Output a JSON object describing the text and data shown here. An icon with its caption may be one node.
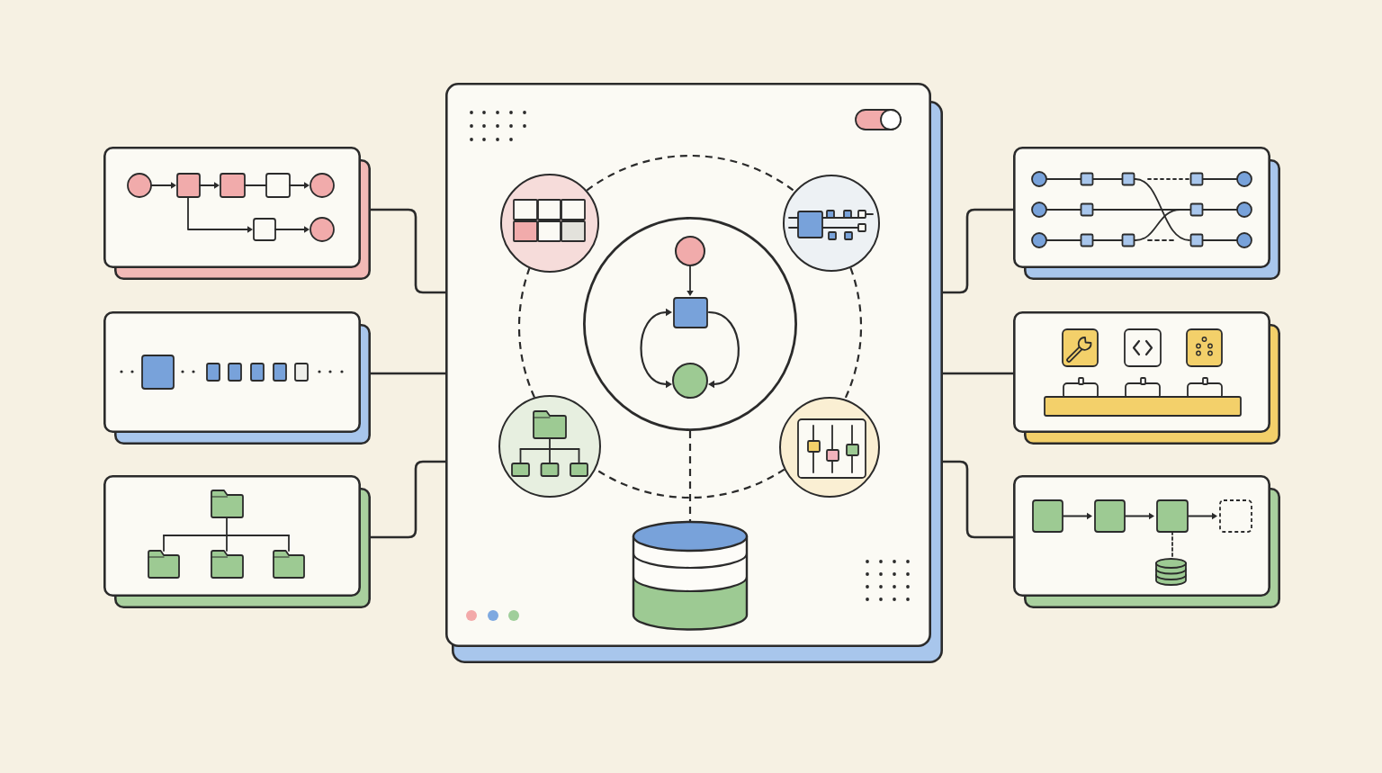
{
  "diagram": {
    "nodes": [
      {
        "text": [],
        "shape": "box"
      },
      {
        "text": [],
        "shape": "box"
      },
      {
        "text": [],
        "shape": "box"
      },
      {
        "text": [],
        "shape": "box"
      },
      {
        "text": [],
        "shape": "box"
      },
      {
        "text": [],
        "shape": "box"
      },
      {
        "text": [],
        "shape": "box"
      },
      {
        "text": [],
        "shape": "circle",
        "in": 0
      },
      {
        "text": [],
        "shape": "circle",
        "in": 0
      },
      {
        "text": [],
        "shape": "circle",
        "in": 0
      },
      {
        "text": [],
        "shape": "circle",
        "in": 0
      },
      {
        "text": [],
        "shape": "circle",
        "in": 0
      },
      {
        "text": [],
        "shape": "cylinder",
        "in": 0
      }
    ],
    "edges": [
      {
        "from": 1,
        "to": 0,
        "arrow": "none"
      },
      {
        "from": 2,
        "to": 0,
        "arrow": "none"
      },
      {
        "from": 3,
        "to": 0,
        "arrow": "none"
      },
      {
        "from": 0,
        "to": 4,
        "arrow": "none"
      },
      {
        "from": 0,
        "to": 5,
        "arrow": "none"
      },
      {
        "from": 0,
        "to": 6,
        "arrow": "none"
      },
      {
        "from": 7,
        "to": 8,
        "arrow": "none",
        "style": "dashed"
      },
      {
        "from": 8,
        "to": 11,
        "arrow": "none",
        "style": "dashed"
      },
      {
        "from": 11,
        "to": 10,
        "arrow": "none",
        "style": "dashed"
      },
      {
        "from": 10,
        "to": 7,
        "arrow": "none",
        "style": "dashed"
      },
      {
        "from": 9,
        "to": 12,
        "arrow": "none",
        "style": "dashed"
      }
    ]
  }
}
